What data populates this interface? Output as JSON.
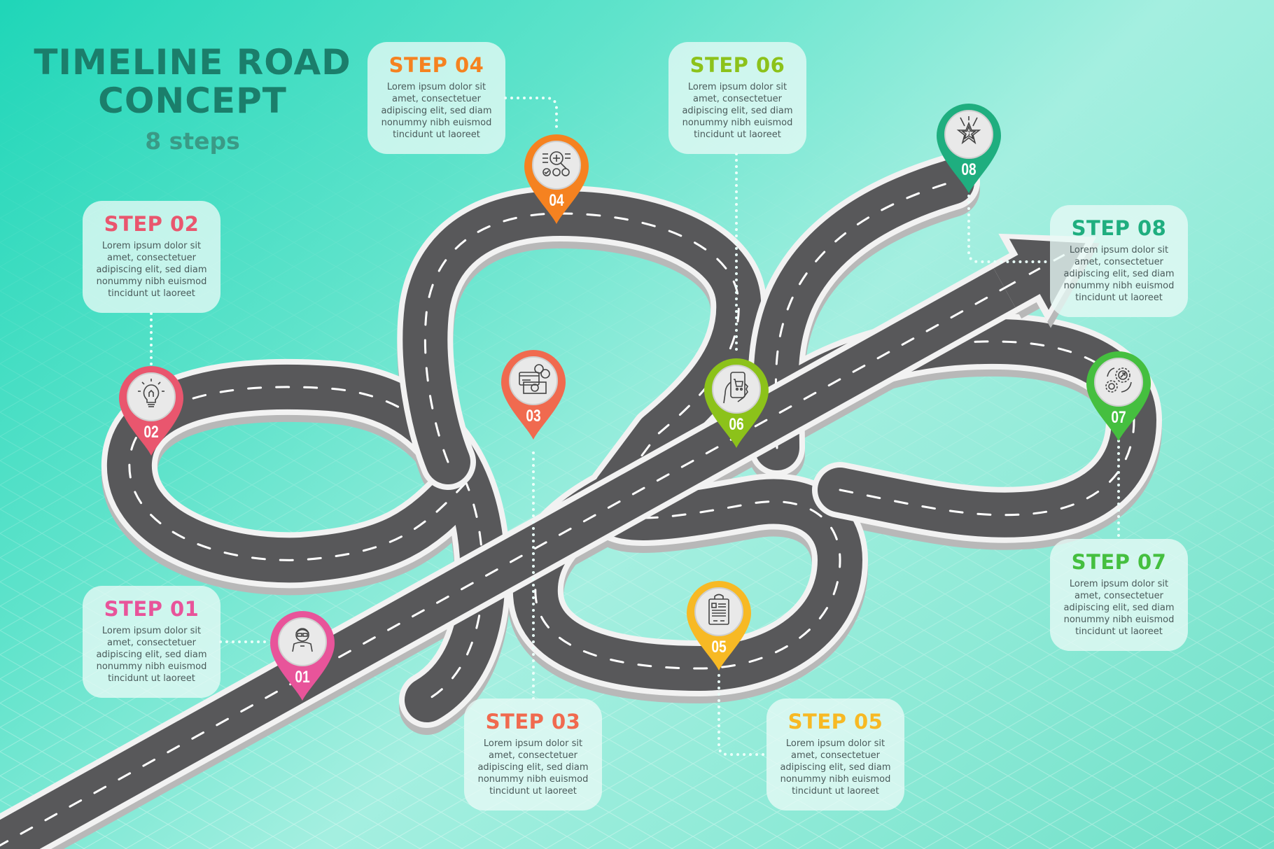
{
  "title": {
    "line1": "TIMELINE ROAD",
    "line2": "CONCEPT",
    "subtitle": "8 steps",
    "color": "#1b7e6b"
  },
  "lorem": "Lorem ipsum dolor sit amet, consectetuer adipiscing elit, sed diam nonummy nibh euismod tincidunt ut laoreet",
  "steps": [
    {
      "label": "STEP 01",
      "number": "01",
      "color": "#e8549a",
      "icon": "user-glasses-icon",
      "desc_lines": [
        "Lorem ipsum dolor sit",
        "amet, consectetuer",
        "adipiscing elit, sed diam",
        "nonummy nibh euismod",
        "tincidunt ut laoreet"
      ]
    },
    {
      "label": "STEP 02",
      "number": "02",
      "color": "#e9566e",
      "icon": "lightbulb-icon",
      "desc_lines": [
        "Lorem ipsum dolor sit",
        "amet, consectetuer",
        "adipiscing elit, sed diam",
        "nonummy nibh euismod",
        "tincidunt ut laoreet"
      ]
    },
    {
      "label": "STEP 03",
      "number": "03",
      "color": "#f06a4f",
      "icon": "money-card-icon",
      "desc_lines": [
        "Lorem ipsum dolor sit",
        "amet, consectetuer",
        "adipiscing elit, sed diam",
        "nonummy nibh euismod",
        "tincidunt ut laoreet"
      ]
    },
    {
      "label": "STEP 04",
      "number": "04",
      "color": "#f58220",
      "icon": "research-magnifier-icon",
      "desc_lines": [
        "Lorem ipsum dolor sit",
        "amet, consectetuer",
        "adipiscing elit, sed diam",
        "nonummy nibh euismod",
        "tincidunt ut laoreet"
      ]
    },
    {
      "label": "STEP 05",
      "number": "05",
      "color": "#f7b924",
      "icon": "clipboard-icon",
      "desc_lines": [
        "Lorem ipsum dolor sit",
        "amet, consectetuer",
        "adipiscing elit, sed diam",
        "nonummy nibh euismod",
        "tincidunt ut laoreet"
      ]
    },
    {
      "label": "STEP 06",
      "number": "06",
      "color": "#8cc21a",
      "icon": "mobile-shopping-icon",
      "desc_lines": [
        "Lorem ipsum dolor sit",
        "amet, consectetuer",
        "adipiscing elit, sed diam",
        "nonummy nibh euismod",
        "tincidunt ut laoreet"
      ]
    },
    {
      "label": "STEP 07",
      "number": "07",
      "color": "#45bf3f",
      "icon": "gears-growth-icon",
      "desc_lines": [
        "Lorem ipsum dolor sit",
        "amet, consectetuer",
        "adipiscing elit, sed diam",
        "nonummy nibh euismod",
        "tincidunt ut laoreet"
      ]
    },
    {
      "label": "STEP 08",
      "number": "08",
      "color": "#1fae7f",
      "icon": "star-award-icon",
      "desc_lines": [
        "Lorem ipsum dolor sit",
        "amet, consectetuer",
        "adipiscing elit, sed diam",
        "nonummy nibh euismod",
        "tincidunt ut laoreet"
      ]
    }
  ]
}
